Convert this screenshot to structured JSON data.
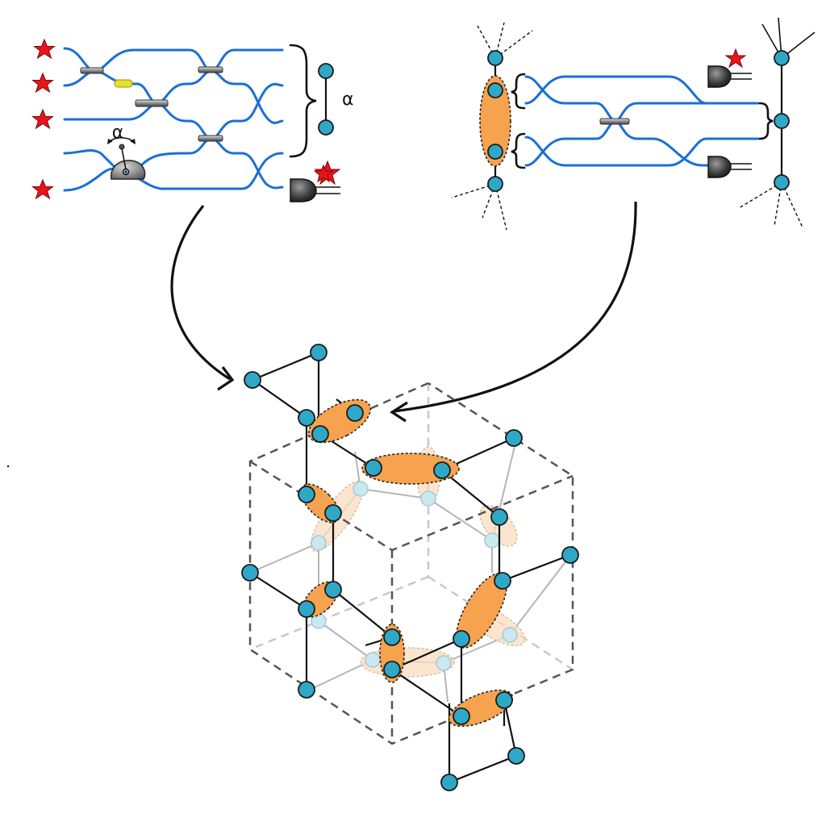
{
  "labels": {
    "alpha_bracket": "α",
    "alpha_phase": "α"
  },
  "colors": {
    "waveguide": "#1a6fd6",
    "node": "#2ea8c6",
    "fusion": "#f6a24e",
    "photon_source": "#e8141b",
    "edge": "#111111",
    "cube_outline": "#555555"
  },
  "icons": {
    "photon_source": "red-star-icon",
    "detector": "detector-icon",
    "beam_splitter": "beam-splitter-icon",
    "phase_shifter": "phase-shifter-icon"
  },
  "panels": [
    {
      "id": "resource-state-generator",
      "sources": 4,
      "detectors": 1,
      "heralded": true
    },
    {
      "id": "fusion-gate",
      "detectors": 2,
      "heralded": true
    },
    {
      "id": "fusion-lattice",
      "unit_cell": "cube"
    }
  ]
}
